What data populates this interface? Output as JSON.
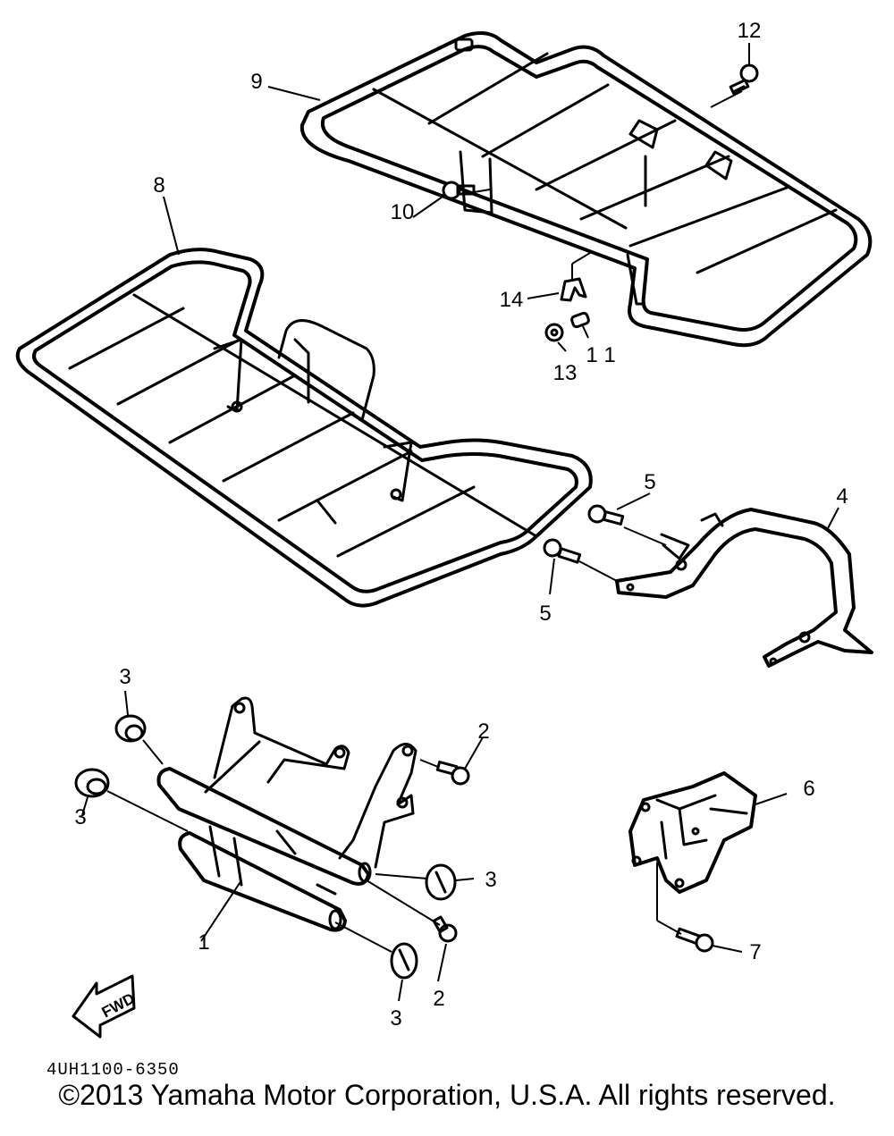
{
  "callouts": {
    "c1": "1",
    "c2a": "2",
    "c2b": "2",
    "c3a": "3",
    "c3b": "3",
    "c3c": "3",
    "c3d": "3",
    "c4": "4",
    "c5a": "5",
    "c5b": "5",
    "c6": "6",
    "c7": "7",
    "c8": "8",
    "c9": "9",
    "c10": "10",
    "c11": "1 1",
    "c12": "12",
    "c13": "13",
    "c14": "14"
  },
  "fwd_label": "FWD",
  "diagram_code": "4UH1100-6350",
  "copyright": "©2013 Yamaha Motor Corporation, U.S.A. All rights reserved."
}
